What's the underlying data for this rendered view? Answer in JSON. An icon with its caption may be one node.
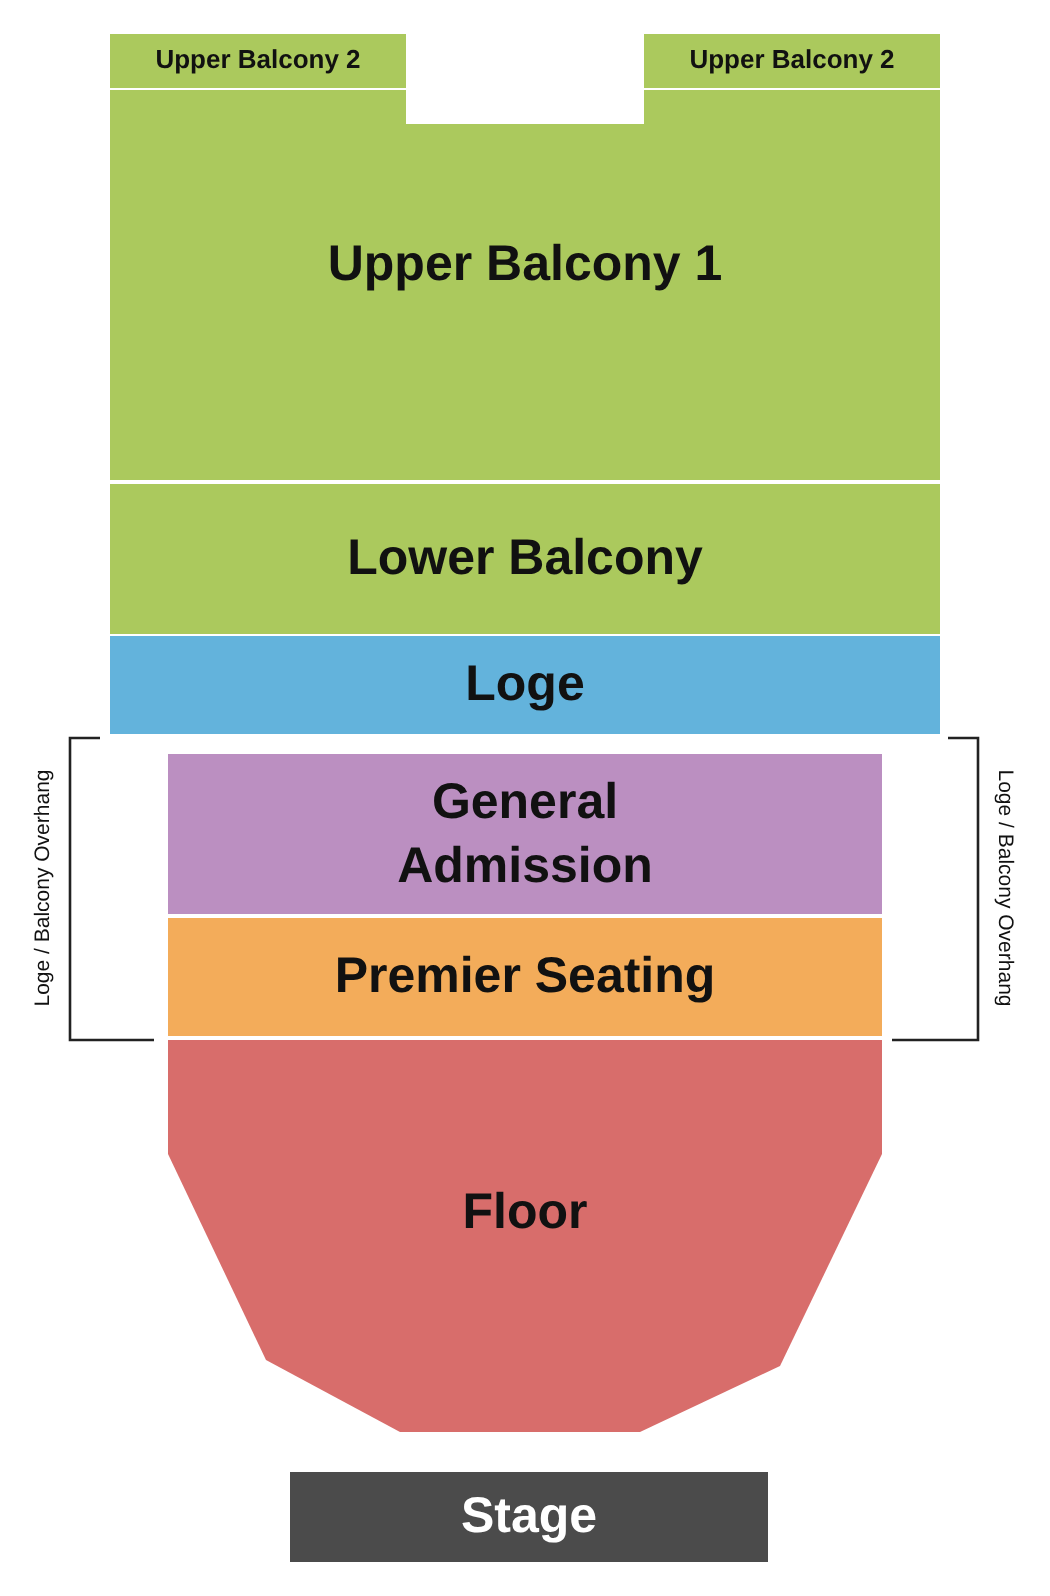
{
  "diagram": {
    "nodes": [
      {
        "text": [
          "Upper Balcony 2"
        ]
      },
      {
        "text": [
          "Upper Balcony 2"
        ]
      },
      {
        "text": [
          "Upper Balcony 1"
        ]
      },
      {
        "text": [
          "Lower Balcony"
        ]
      },
      {
        "text": [
          "Loge"
        ]
      },
      {
        "text": [
          "General Admission"
        ]
      },
      {
        "text": [
          "Premier Seating"
        ]
      },
      {
        "text": [
          "Floor"
        ]
      },
      {
        "text": [
          "Stage"
        ]
      }
    ],
    "labels": [
      "Loge / Balcony Overhang",
      "Loge / Balcony Overhang"
    ]
  }
}
